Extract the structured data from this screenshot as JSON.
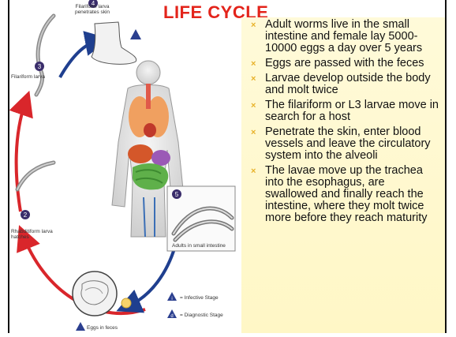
{
  "slide": {
    "title": "LIFE CYCLE",
    "bullets": [
      "Adult worms live in the small intestine and female lay 5000-10000 eggs a day over 5 years",
      "Eggs are passed with the feces",
      "Larvae develop outside the body and molt twice",
      "The filariform or L3 larvae move  in search for a host",
      "Penetrate the skin, enter blood vessels and leave the circulatory system into the alveoli",
      "The lavae move up the trachea into the esophagus, are swallowed and finally reach the intestine, where they molt twice more before they reach maturity"
    ],
    "bullet_symbol": "×"
  },
  "diagram": {
    "labels": {
      "filariform_larva_penetrates": "Filariform larva\npenetrates skin",
      "filariform_larva": "Filariform larva",
      "rhabditiform_larva": "Rhabditiform larva\nhatches",
      "adults_in_small_intestine": "Adults in small intestine",
      "eggs_in_feces": "Eggs in feces"
    },
    "stage_numbers": [
      "2",
      "3",
      "4",
      "5"
    ],
    "legend": {
      "infective": "= Infective Stage",
      "diagnostic": "= Diagnostic Stage",
      "infective_symbol": "i",
      "diagnostic_symbol": "d"
    },
    "colors": {
      "title": "#e3241b",
      "bullet_marker": "#e8b22a",
      "arrow_red": "#d9262b",
      "arrow_blue": "#1f3f8f",
      "stage_circle": "#3a2d6b",
      "bullet_background": "#fff8cc"
    }
  }
}
